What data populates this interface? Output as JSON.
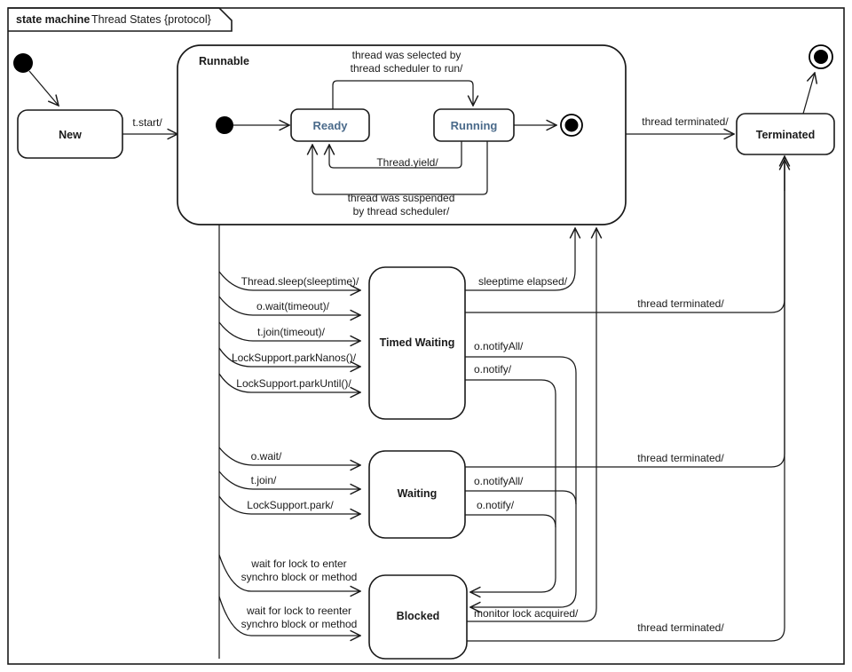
{
  "frame": {
    "kind": "state machine",
    "name": "Thread States {protocol}"
  },
  "states": {
    "initial": "initial-state",
    "new": "New",
    "runnable": "Runnable",
    "ready": "Ready",
    "running": "Running",
    "terminated": "Terminated",
    "timed_waiting": "Timed Waiting",
    "waiting": "Waiting",
    "blocked": "Blocked"
  },
  "transitions": {
    "start": "t.start/",
    "selected_by_scheduler_l1": "thread was selected by",
    "selected_by_scheduler_l2": "thread scheduler to run/",
    "thread_yield": "Thread.yield/",
    "suspended_l1": "thread was suspended",
    "suspended_l2": "by thread scheduler/",
    "thread_terminated_runnable": "thread terminated/",
    "thread_sleep": "Thread.sleep(sleeptime)/",
    "o_wait_timeout": "o.wait(timeout)/",
    "t_join_timeout": "t.join(timeout)/",
    "park_nanos": "LockSupport.parkNanos()/",
    "park_until": "LockSupport.parkUntil()/",
    "sleeptime_elapsed": "sleeptime elapsed/",
    "timed_notify_all": "o.notifyAll/",
    "timed_notify": "o.notify/",
    "thread_terminated_timed": "thread terminated/",
    "o_wait": "o.wait/",
    "t_join": "t.join/",
    "park": "LockSupport.park/",
    "waiting_notify_all": "o.notifyAll/",
    "waiting_notify": "o.notify/",
    "thread_terminated_waiting": "thread terminated/",
    "lock_enter_l1": "wait for lock to enter",
    "lock_enter_l2": "synchro block or method",
    "lock_reenter_l1": "wait for lock to reenter",
    "lock_reenter_l2": "synchro block or method",
    "monitor_lock_acquired": "monitor lock acquired/",
    "thread_terminated_blocked": "thread terminated/"
  },
  "colors": {
    "stroke": "#1a1a1a",
    "background": "#ffffff",
    "substate_label": "#4a6a8a"
  }
}
